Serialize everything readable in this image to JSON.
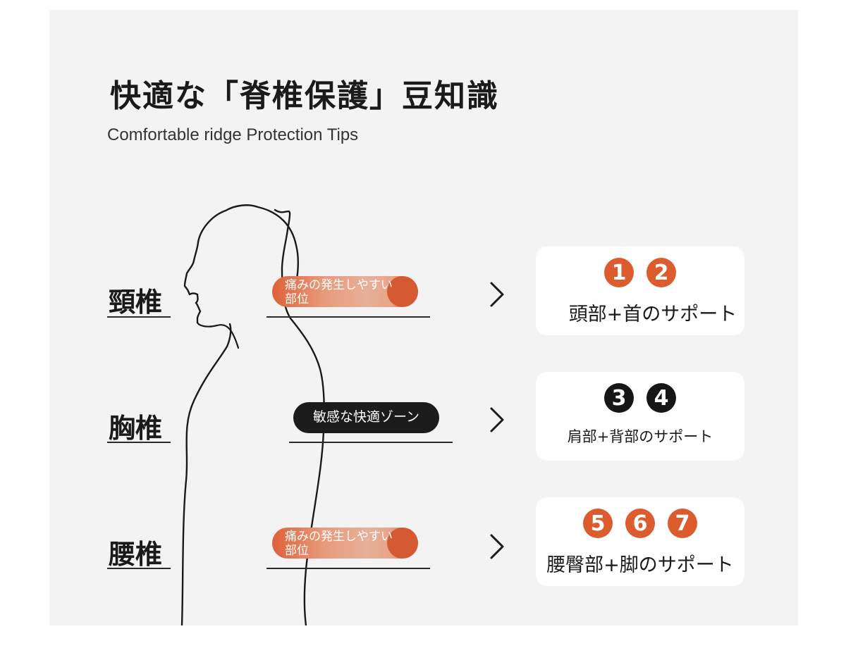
{
  "header": {
    "title": "快適な「脊椎保護」豆知識",
    "subtitle": "Comfortable ridge Protection Tips"
  },
  "colors": {
    "accent_orange": "#dd5c2e",
    "dark": "#161616",
    "panel": "#f3f3f3"
  },
  "icons": {
    "arrow": "chevron-right-icon"
  },
  "rows": [
    {
      "region": "頸椎",
      "tag": "痛みの発生しやすい部位",
      "numbers": [
        "1",
        "2"
      ],
      "support": "頭部+首のサポート"
    },
    {
      "region": "胸椎",
      "tag": "敏感な快適ゾーン",
      "numbers": [
        "3",
        "4"
      ],
      "support": "肩部+背部のサポート"
    },
    {
      "region": "腰椎",
      "tag": "痛みの発生しやすい部位",
      "numbers": [
        "5",
        "6",
        "7"
      ],
      "support": "腰臀部+脚のサポート"
    }
  ]
}
